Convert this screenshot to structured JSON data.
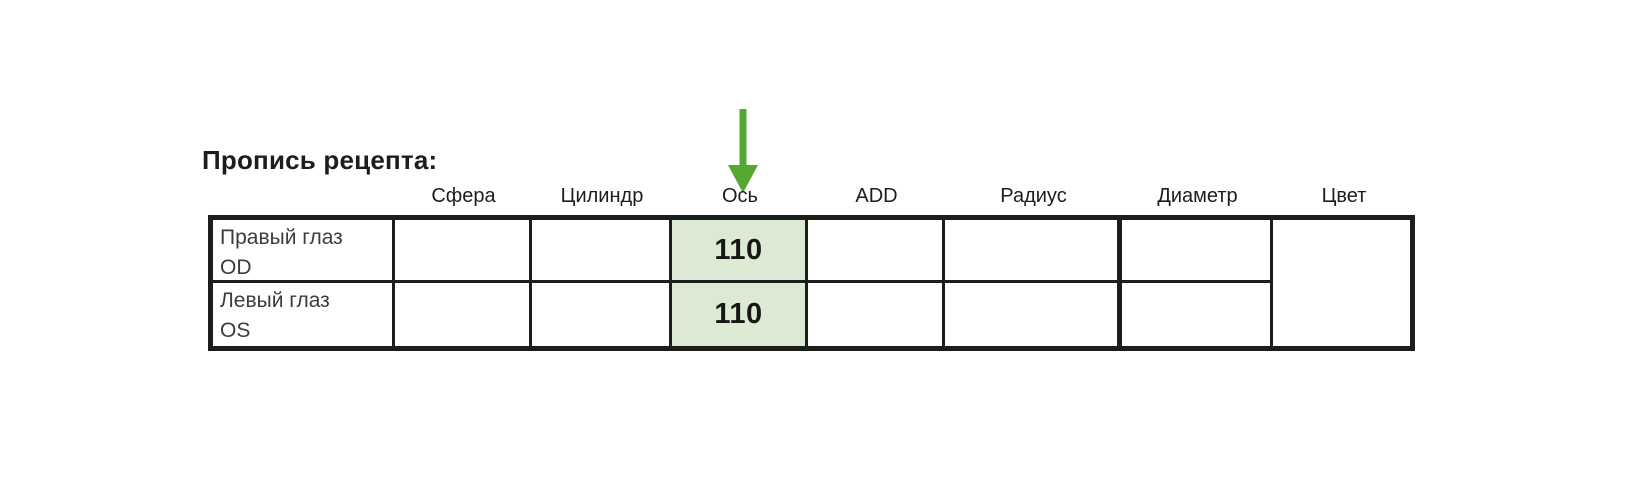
{
  "title": "Пропись рецепта:",
  "table": {
    "columns": [
      "Сфера",
      "Цилиндр",
      "Ось",
      "ADD",
      "Радиус",
      "Диаметр",
      "Цвет"
    ],
    "rows": [
      {
        "label": "Правый глаз",
        "abbr": "OD",
        "sphere": "",
        "cylinder": "",
        "axis": "110",
        "add": "",
        "radius": "",
        "diameter": ""
      },
      {
        "label": "Левый глаз",
        "abbr": "OS",
        "sphere": "",
        "cylinder": "",
        "axis": "110",
        "add": "",
        "radius": "",
        "diameter": ""
      }
    ],
    "color": ""
  },
  "annotation": {
    "icon": "down-arrow",
    "points_to_column": "Ось"
  },
  "colors": {
    "highlight_green": "#dce9d3",
    "arrow_green": "#55a832",
    "border_black": "#1d1d1b",
    "label_text": "#3c3c3b",
    "header_text": "#1d1d1b"
  }
}
